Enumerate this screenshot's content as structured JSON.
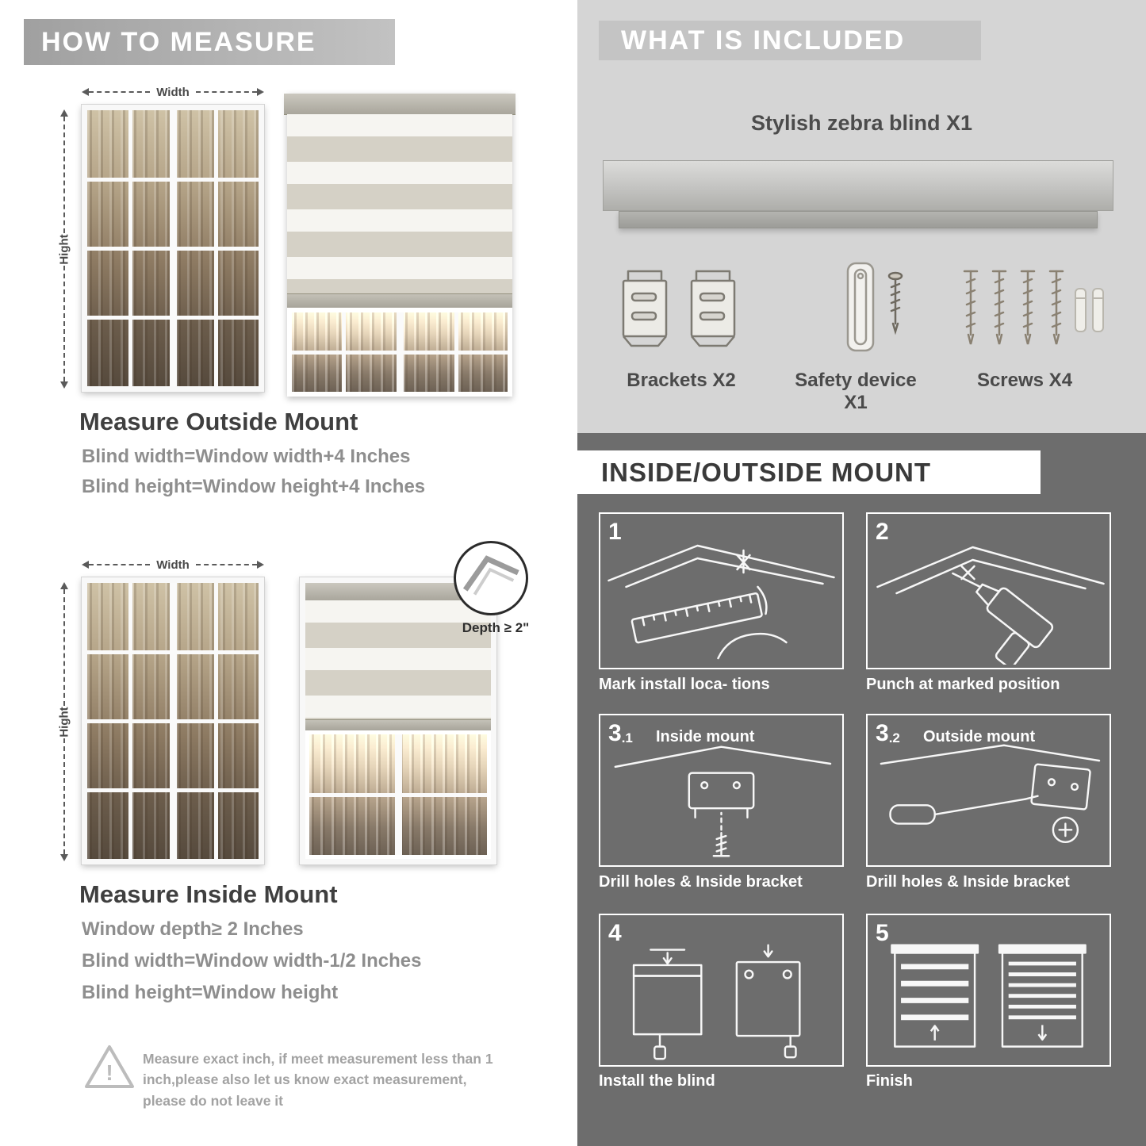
{
  "colors": {
    "banner_gray": "#a8a8a8",
    "panel_light": "#d5d5d5",
    "panel_dark": "#6d6d6d",
    "title_text": "#3f3f3f",
    "body_text": "#8e8e8e"
  },
  "left": {
    "banner": "HOW TO MEASURE",
    "measure_labels": {
      "width": "Width",
      "height": "Hight"
    },
    "outside": {
      "title": "Measure Outside Mount",
      "lines": [
        "Blind width=Window width+4 Inches",
        "Blind height=Window height+4 Inches"
      ]
    },
    "inside": {
      "title": "Measure Inside Mount",
      "depth_callout": "Depth ≥ 2\"",
      "lines": [
        "Window depth≥ 2 Inches",
        "Blind width=Window width-1/2 Inches",
        "Blind height=Window height"
      ]
    },
    "note": {
      "mark": "!",
      "text": "Measure exact inch, if meet measurement less than 1 inch,please also let us know exact measurement, please do not leave it"
    }
  },
  "included": {
    "header": "WHAT IS INCLUDED",
    "product": "Stylish zebra blind X1",
    "items": [
      {
        "name": "brackets",
        "label": "Brackets X2"
      },
      {
        "name": "safety-device",
        "label": "Safety device X1"
      },
      {
        "name": "screws",
        "label": "Screws X4"
      }
    ]
  },
  "mount": {
    "header": "INSIDE/OUTSIDE MOUNT",
    "steps": [
      {
        "num": "1",
        "sub": "",
        "label": "",
        "caption": "Mark install loca- tions"
      },
      {
        "num": "2",
        "sub": "",
        "label": "",
        "caption": "Punch at  marked position"
      },
      {
        "num": "3",
        "sub": ".1",
        "label": "Inside mount",
        "caption": "Drill holes &  Inside bracket"
      },
      {
        "num": "3",
        "sub": ".2",
        "label": "Outside mount",
        "caption": "Drill holes &  Inside bracket"
      },
      {
        "num": "4",
        "sub": "",
        "label": "",
        "caption": "Install the blind"
      },
      {
        "num": "5",
        "sub": "",
        "label": "",
        "caption": "Finish"
      }
    ]
  }
}
